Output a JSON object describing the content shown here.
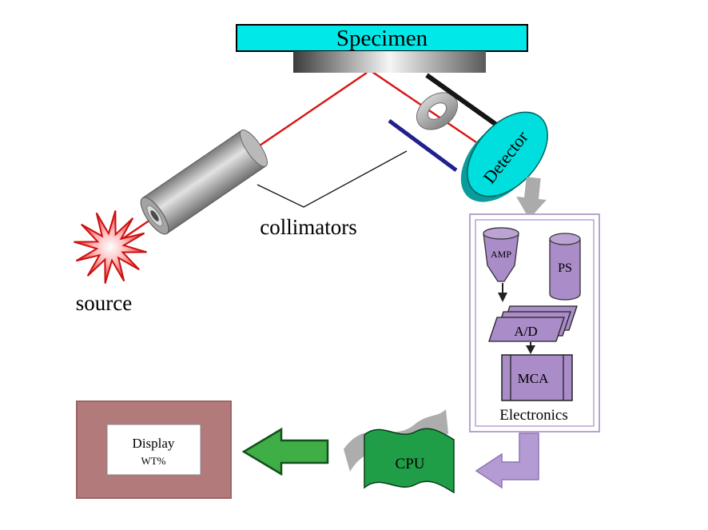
{
  "diagram": {
    "specimen": {
      "label": "Specimen"
    },
    "source": {
      "label": "source"
    },
    "collimators": {
      "label": "collimators"
    },
    "detector": {
      "label": "Detector"
    },
    "electronics": {
      "label": "Electronics",
      "amp": "AMP",
      "ps": "PS",
      "adc": "A/D",
      "mca": "MCA"
    },
    "cpu": {
      "label": "CPU"
    },
    "display": {
      "label": "Display",
      "sublabel": "WT%"
    },
    "colors": {
      "specimen_fill": "#00e8e8",
      "detector_fill": "#00dede",
      "beam_red": "#d81414",
      "purple_component": "#a98cc8",
      "purple_border": "#b6a3cf",
      "purple_arrow": "#b49bd3",
      "green_arrow": "#3fae47",
      "flag_green": "#1f9e47",
      "display_frame": "#b27a7a",
      "gray": "#a9a9a9"
    }
  }
}
